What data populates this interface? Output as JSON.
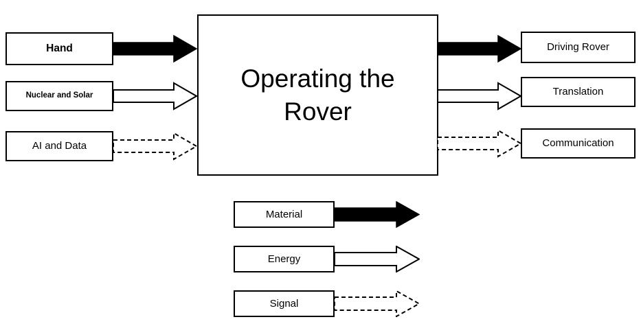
{
  "diagram": {
    "title": "Operating the Rover",
    "center": {
      "label": "Operating the Rover",
      "line1": "Operating the",
      "line2": "Rover"
    },
    "inputs": [
      {
        "label": "Hand",
        "arrow": "solid-filled-arrow"
      },
      {
        "label": "Nuclear and Solar",
        "arrow": "hollow-outline-arrow"
      },
      {
        "label": "AI and Data",
        "arrow": "dashed-outline-arrow"
      }
    ],
    "outputs": [
      {
        "label": "Driving Rover",
        "arrow": "solid-filled-arrow"
      },
      {
        "label": "Translation",
        "arrow": "hollow-outline-arrow"
      },
      {
        "label": "Communication",
        "arrow": "dashed-outline-arrow"
      }
    ],
    "legend": [
      {
        "label": "Material",
        "arrow": "solid-filled-arrow"
      },
      {
        "label": "Energy",
        "arrow": "hollow-outline-arrow"
      },
      {
        "label": "Signal",
        "arrow": "dashed-outline-arrow"
      }
    ],
    "colors": {
      "stroke": "#000000",
      "fill": "#ffffff",
      "background": "#ffffff"
    }
  }
}
